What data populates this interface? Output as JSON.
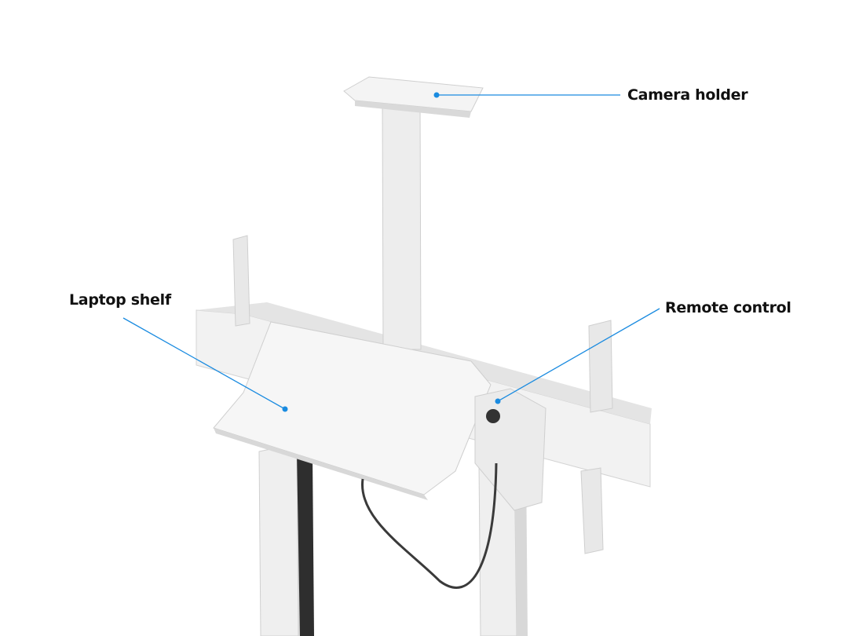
{
  "callouts": {
    "camera_holder": "Camera holder",
    "laptop_shelf": "Laptop shelf",
    "remote_control": "Remote control"
  },
  "colors": {
    "leader_line": "#1a8be0",
    "product_body": "#ececec",
    "product_shadow": "#d2d2d2",
    "cable": "#3a3a3a"
  }
}
